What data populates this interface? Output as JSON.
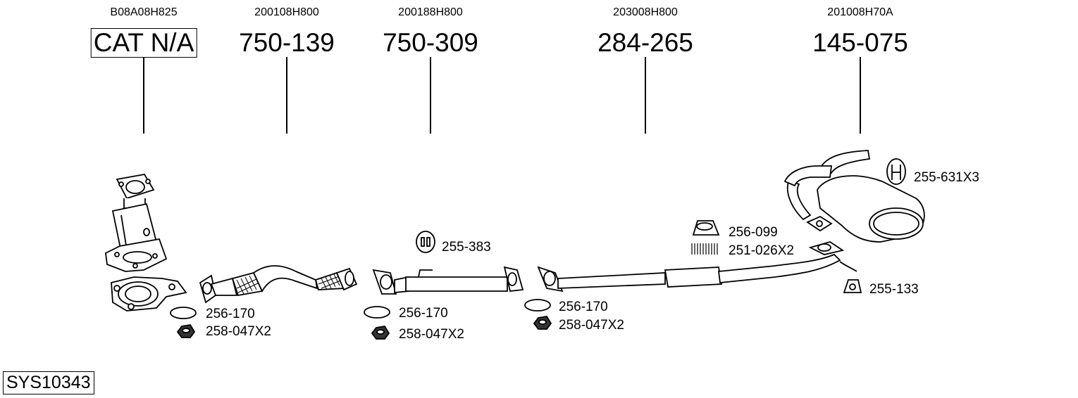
{
  "sections": [
    {
      "ref": "B08A08H825",
      "part": "CAT N/A",
      "boxed": true
    },
    {
      "ref": "200108H800",
      "part": "750-139",
      "boxed": false
    },
    {
      "ref": "200188H800",
      "part": "750-309",
      "boxed": false
    },
    {
      "ref": "203008H800",
      "part": "284-265",
      "boxed": false
    },
    {
      "ref": "201008H70A",
      "part": "145-075",
      "boxed": false
    }
  ],
  "accessories": [
    {
      "code": "256-170",
      "icon": "gasket-ring-icon"
    },
    {
      "code": "258-047X2",
      "icon": "nut-icon"
    },
    {
      "code": "256-170",
      "icon": "gasket-ring-icon"
    },
    {
      "code": "258-047X2",
      "icon": "nut-icon"
    },
    {
      "code": "256-170",
      "icon": "gasket-ring-icon"
    },
    {
      "code": "258-047X2",
      "icon": "nut-icon"
    },
    {
      "code": "255-383",
      "icon": "rubber-hanger-icon"
    },
    {
      "code": "256-099",
      "icon": "sealing-ring-icon"
    },
    {
      "code": "251-026X2",
      "icon": "spring-icon"
    },
    {
      "code": "255-631X3",
      "icon": "h-hanger-icon"
    },
    {
      "code": "255-133",
      "icon": "mounting-rubber-icon"
    }
  ],
  "system_code": "SYS10343",
  "colors": {
    "line": "#000000",
    "part_fill": "#ffffff",
    "shade": "#d9d9d9"
  }
}
